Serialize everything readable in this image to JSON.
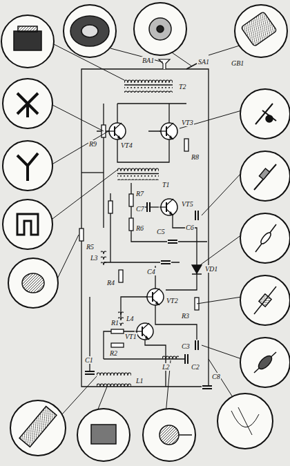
{
  "diagram": {
    "labels": [
      "BA1",
      "SA1",
      "GB1",
      "C8",
      "T2",
      "VT4",
      "VT3",
      "R9",
      "T1",
      "R8",
      "VT5",
      "R7",
      "C7",
      "R6",
      "C6",
      "C5",
      "R5",
      "VD1",
      "C4",
      "L3",
      "R4",
      "VT2",
      "R3",
      "C3",
      "L4",
      "R2",
      "R1",
      "VT1",
      "L2",
      "C2",
      "L1",
      "C1"
    ]
  }
}
